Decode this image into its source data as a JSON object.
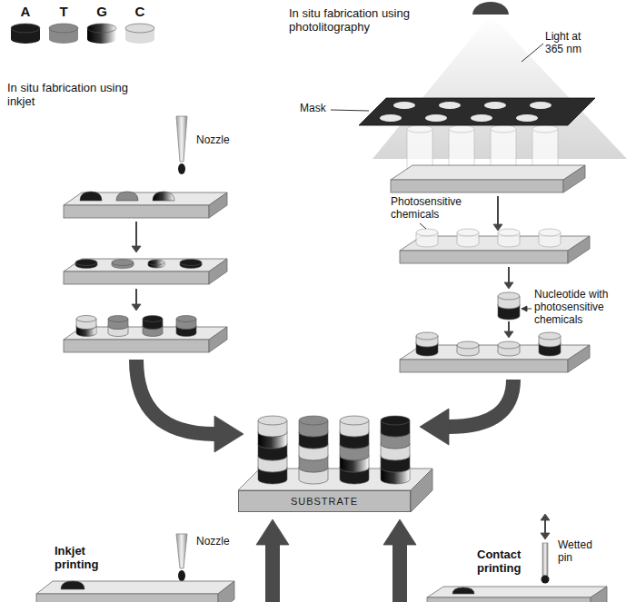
{
  "diagram": {
    "nodes": [
      {
        "text": [
          "SUBSTRATE"
        ]
      }
    ],
    "labels": [
      "In situ fabrication using inkjet",
      "Nozzle",
      "In situ fabrication using photolitography",
      "Light at 365 nm",
      "Mask",
      "Photosensitive chemicals",
      "Nucleotide with photosensitive chemicals",
      "Nozzle",
      "Inkjet printing",
      "Wetted pin",
      "Contact printing"
    ],
    "legend": [
      {
        "text": "A",
        "color": "#1a1a1a"
      },
      {
        "text": "T",
        "color": "#8a8a8a"
      },
      {
        "text": "G"
      },
      {
        "text": "C",
        "color": "#dcdcdc"
      }
    ]
  }
}
